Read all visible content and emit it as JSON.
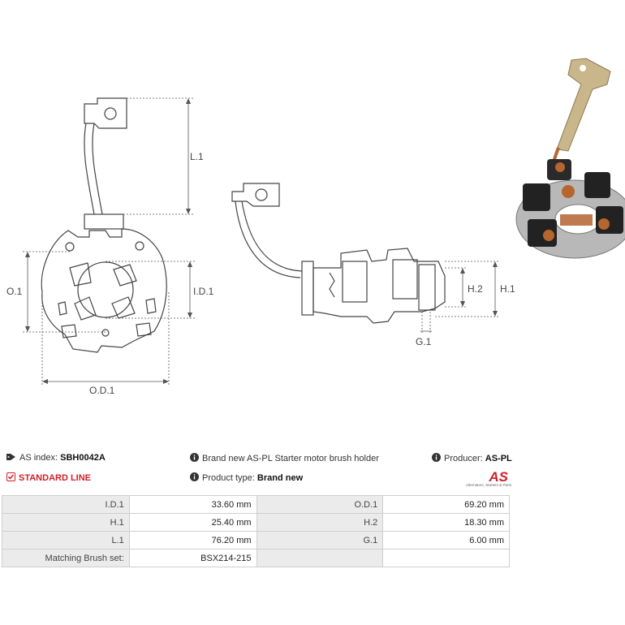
{
  "dimension_labels": {
    "l1": "L.1",
    "o1": "O.1",
    "id1": "I.D.1",
    "od1": "O.D.1",
    "h2": "H.2",
    "h1": "H.1",
    "g1": "G.1"
  },
  "info": {
    "as_index_label": "AS index:",
    "as_index_value": "SBH0042A",
    "description": "Brand new AS-PL Starter motor brush holder",
    "producer_label": "Producer:",
    "producer_value": "AS-PL",
    "line_label": "STANDARD LINE",
    "product_type_label": "Product type:",
    "product_type_value": "Brand new",
    "logo_text": "AS",
    "logo_tagline": "Alternators, Starters & Parts"
  },
  "colors": {
    "accent": "#d0202a",
    "label_bg": "#ebebeb",
    "border": "#cfcfcf"
  },
  "specs": [
    {
      "label1": "I.D.1",
      "value1": "33.60 mm",
      "label2": "O.D.1",
      "value2": "69.20 mm"
    },
    {
      "label1": "H.1",
      "value1": "25.40 mm",
      "label2": "H.2",
      "value2": "18.30 mm"
    },
    {
      "label1": "L.1",
      "value1": "76.20 mm",
      "label2": "G.1",
      "value2": "6.00 mm"
    },
    {
      "label1": "Matching Brush set:",
      "value1": "BSX214-215",
      "label2": "",
      "value2": ""
    }
  ]
}
